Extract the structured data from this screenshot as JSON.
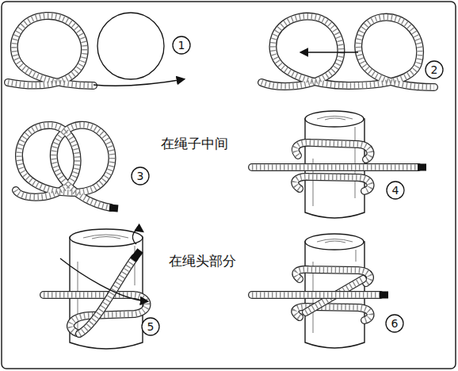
{
  "diagram": {
    "nodes": [
      {
        "text": [
          "1"
        ]
      },
      {
        "text": [
          "2"
        ]
      },
      {
        "text": [
          "3"
        ]
      },
      {
        "text": [
          "4"
        ]
      },
      {
        "text": [
          "5"
        ]
      },
      {
        "text": [
          "6"
        ]
      }
    ],
    "labels": [
      "在绳子中间",
      "在绳头部分"
    ]
  }
}
